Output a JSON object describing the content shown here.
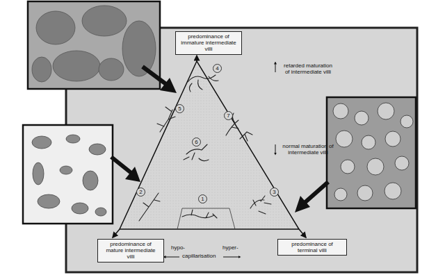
{
  "diagram": {
    "nodes": [
      {
        "text": [
          "predominance of immature intermediate villi"
        ]
      },
      {
        "text": [
          "predominance of mature intermediate villi"
        ]
      },
      {
        "text": [
          "predominance of terminal villi"
        ]
      }
    ],
    "labels": [
      "retarded maturation of intermediate villi",
      "normal maturation of intermediate villi",
      "hypo-",
      "capillarisation",
      "hyper-",
      "1",
      "2",
      "3",
      "4",
      "5",
      "6",
      "7"
    ]
  }
}
